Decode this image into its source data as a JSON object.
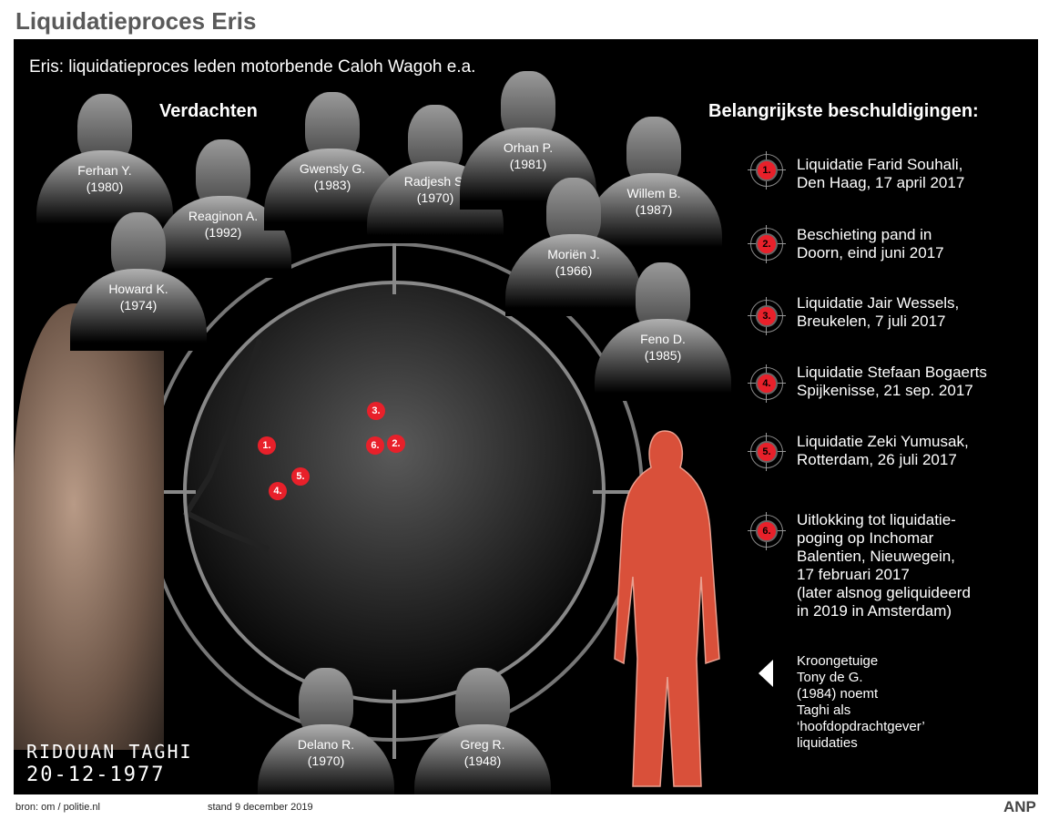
{
  "title": "Liquidatieproces Eris",
  "subtitle": "Eris: liquidatieproces  leden motorbende Caloh Wagoh e.a.",
  "suspects_heading": "Verdachten",
  "suspects": [
    {
      "name": "Ferhan Y.",
      "year": "(1980)"
    },
    {
      "name": "Reaginon A.",
      "year": "(1992)"
    },
    {
      "name": "Gwensly G.",
      "year": "(1983)"
    },
    {
      "name": "Radjesh S.",
      "year": "(1970)"
    },
    {
      "name": "Orhan P.",
      "year": "(1981)"
    },
    {
      "name": "Willem B.",
      "year": "(1987)"
    },
    {
      "name": "Howard K.",
      "year": "(1974)"
    },
    {
      "name": "Moriën J.",
      "year": "(1966)"
    },
    {
      "name": "Feno D.",
      "year": "(1985)"
    },
    {
      "name": "Delano R.",
      "year": "(1970)"
    },
    {
      "name": "Greg R.",
      "year": "(1948)"
    }
  ],
  "accusations_heading": "Belangrijkste beschuldigingen:",
  "accusations": [
    {
      "num": "1.",
      "l1": "Liquidatie Farid Souhali,",
      "l2": "Den Haag, 17 april 2017"
    },
    {
      "num": "2.",
      "l1": "Beschieting pand in",
      "l2": "Doorn, eind juni 2017"
    },
    {
      "num": "3.",
      "l1": "Liquidatie Jair Wessels,",
      "l2": "Breukelen, 7 juli 2017"
    },
    {
      "num": "4.",
      "l1": "Liquidatie Stefaan Bogaerts",
      "l2": "Spijkenisse, 21 sep. 2017"
    },
    {
      "num": "5.",
      "l1": "Liquidatie Zeki Yumusak,",
      "l2": "Rotterdam, 26 juli 2017"
    },
    {
      "num": "6.",
      "l1": "Uitlokking tot liquidatie-",
      "l2": "poging op Inchomar",
      "l3": "Balentien, Nieuwegein,",
      "l4": "17 februari 2017",
      "l5": "(later alsnog geliquideerd",
      "l6": "in 2019 in Amsterdam)"
    }
  ],
  "witness": [
    "Kroongetuige",
    "Tony de G.",
    "(1984) noemt",
    "Taghi als",
    "‘hoofdopdrachtgever’",
    "liquidaties"
  ],
  "main_name": "RIDOUAN TAGHI",
  "main_dob": "20-12-1977",
  "map_markers": [
    "1.",
    "2.",
    "3.",
    "4.",
    "5.",
    "6."
  ],
  "source": "bron: om / politie.nl",
  "date": "stand 9 december 2019",
  "logo": "ANP",
  "colors": {
    "accent": "#e8202a",
    "figure": "#d9503a"
  }
}
